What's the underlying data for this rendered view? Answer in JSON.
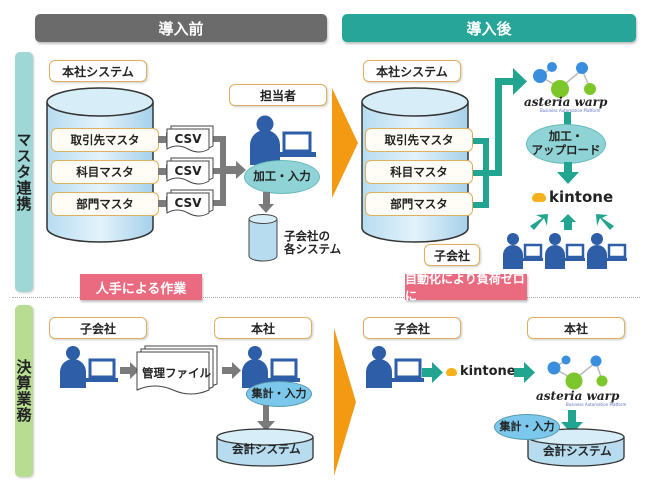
{
  "headers": {
    "before": "導入前",
    "after": "導入後"
  },
  "sections": {
    "master": "マスタ連携",
    "closing": "決算業務"
  },
  "colors": {
    "before_header": "#6b6b6b",
    "after_header": "#27a598",
    "master_side": "#9fd6d6",
    "closing_side": "#b7dc92",
    "arrow_orange": "#f39a12",
    "teal_arrow": "#21a591",
    "pink_banner": "#ea6a80",
    "person_blue": "#2f5ea8"
  },
  "master_before": {
    "system_label": "本社システム",
    "person_label": "担当者",
    "items": [
      "取引先マスタ",
      "科目マスタ",
      "部門マスタ"
    ],
    "csv": [
      "CSV",
      "CSV",
      "CSV"
    ],
    "process": "加工・入力",
    "target": "子会社の\n各システム"
  },
  "master_after": {
    "system_label": "本社システム",
    "items": [
      "取引先マスタ",
      "科目マスタ",
      "部門マスタ"
    ],
    "asteria": "asteria warp",
    "asteria_sub": "Business Automation Platform",
    "process": "加工・\nアップロード",
    "kintone": "kintone",
    "sub_label": "子会社"
  },
  "banners": {
    "before": "人手による作業",
    "after": "自動化により負荷ゼロに"
  },
  "closing_before": {
    "sub_label": "子会社",
    "hq_label": "本社",
    "file": "管理ファイル",
    "process": "集計・入力",
    "system": "会計システム"
  },
  "closing_after": {
    "sub_label": "子会社",
    "hq_label": "本社",
    "kintone": "kintone",
    "asteria": "asteria warp",
    "asteria_sub": "Business Automation Platform",
    "process": "集計・入力",
    "system": "会計システム"
  }
}
